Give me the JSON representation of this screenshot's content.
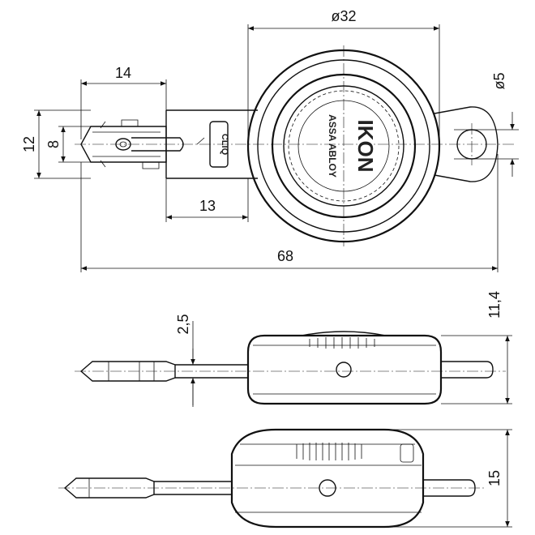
{
  "dimensions": {
    "diameter_32": "ø32",
    "width_14": "14",
    "height_12": "12",
    "height_8": "8",
    "width_13": "13",
    "overall_68": "68",
    "diameter_5": "ø5",
    "blade_2_5": "2,5",
    "thickness_11_4": "11,4",
    "thickness_15": "15"
  },
  "labels": {
    "brand_ikon": "IKON",
    "brand_assa": "ASSA ABLOY",
    "cliq_logo": "CLIQ"
  }
}
